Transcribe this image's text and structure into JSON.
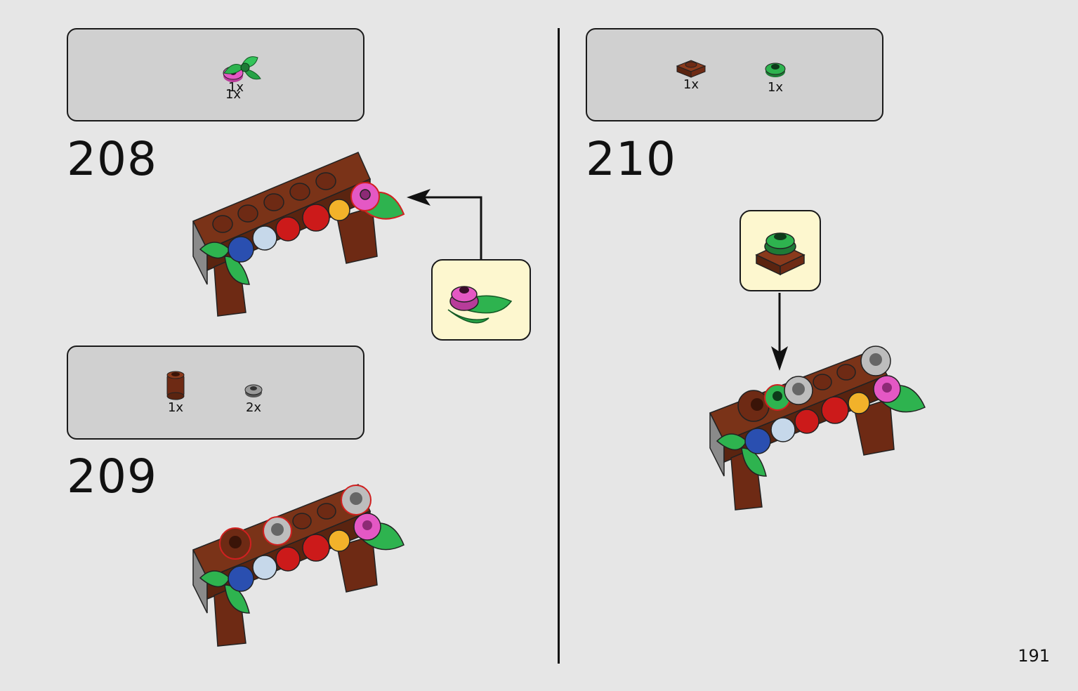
{
  "steps": [
    {
      "number": "208",
      "parts": [
        {
          "name": "pink-flower-round-plate",
          "qty": "1x",
          "color": "#e458c4"
        },
        {
          "name": "green-leaves-plant",
          "qty": "1x",
          "color": "#2eb34f"
        }
      ]
    },
    {
      "number": "209",
      "parts": [
        {
          "name": "brown-round-brick",
          "qty": "1x",
          "color": "#6e2a14"
        },
        {
          "name": "grey-round-plate",
          "qty": "2x",
          "color": "#777777"
        }
      ]
    },
    {
      "number": "210",
      "parts": [
        {
          "name": "brown-plate-1x1",
          "qty": "1x",
          "color": "#6e2a14"
        },
        {
          "name": "green-round-plate",
          "qty": "1x",
          "color": "#2eb34f"
        }
      ]
    }
  ],
  "page_number": "191",
  "colors": {
    "background": "#e6e6e6",
    "parts_box": "#d0d0d0",
    "callout": "#fdf7cf",
    "brown": "#6e2a14",
    "highlight": "#e03030"
  }
}
